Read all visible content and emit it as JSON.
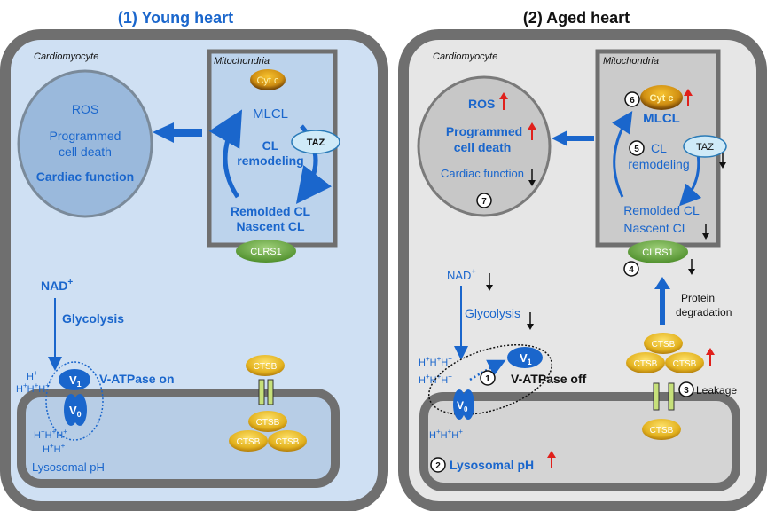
{
  "panels": {
    "young": {
      "title": "(1) Young heart",
      "cell": "Cardiomyocyte",
      "mito": "Mitochondria",
      "cytc": "Cyt c",
      "mlcl": "MLCL",
      "cl_line1": "CL",
      "cl_line2": "remodeling",
      "taz": "TAZ",
      "remodeled": "Remolded CL",
      "nascent": "Nascent CL",
      "clrs1": "CLRS1",
      "ros": "ROS",
      "pcd1": "Programmed",
      "pcd2": "cell death",
      "cardiac": "Cardiac function",
      "nad": "NAD",
      "nad_sup": "+",
      "glycolysis": "Glycolysis",
      "vatpase": "V-ATPase on",
      "v1": "V",
      "v1_sub": "1",
      "v0": "V",
      "v0_sub": "0",
      "ctsb": "CTSB",
      "lyso_ph": "Lysosomal pH"
    },
    "aged": {
      "title": "(2) Aged heart",
      "cell": "Cardiomyocyte",
      "mito": "Mitochondria",
      "cytc": "Cyt c",
      "mlcl": "MLCL",
      "cl_line1": "CL",
      "cl_line2": "remodeling",
      "taz": "TAZ",
      "remodeled": "Remolded CL",
      "nascent": "Nascent CL",
      "clrs1": "CLRS1",
      "ros": "ROS",
      "pcd1": "Programmed",
      "pcd2": "cell death",
      "cardiac": "Cardiac function",
      "nad": "NAD",
      "nad_sup": "+",
      "glycolysis": "Glycolysis",
      "vatpase": "V-ATPase off",
      "v1": "V",
      "v1_sub": "1",
      "v0": "V",
      "v0_sub": "0",
      "ctsb": "CTSB",
      "lyso_ph": "Lysosomal pH",
      "protein1": "Protein",
      "protein2": "degradation",
      "leakage": "Leakage",
      "n1": "1",
      "n2": "2",
      "n3": "3",
      "n4": "4",
      "n5": "5",
      "n6": "6",
      "n7": "7"
    },
    "proton": "H",
    "proton_sup": "+"
  },
  "colors": {
    "young_bg": "#cfe0f3",
    "aged_bg": "#e6e6e6",
    "frame": "#6f6f6f",
    "text_blue": "#1a66cc",
    "up_arrow": "#e0201b",
    "down_arrow": "#111111",
    "ctsb": "#e3b21f",
    "clrs1": "#70ad47",
    "taz": "#cfeaf8"
  }
}
